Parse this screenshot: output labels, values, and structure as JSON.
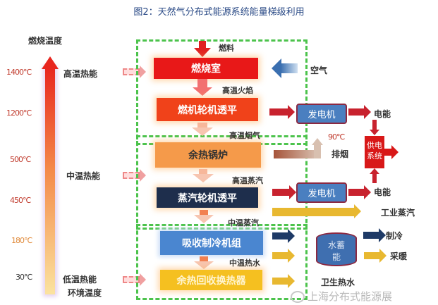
{
  "title": "图2：天然气分布式能源系统能量梯级利用",
  "temperature_axis": {
    "label": "燃烧温度",
    "ticks": [
      "1400℃",
      "1200℃",
      "500℃",
      "450℃",
      "180℃",
      "30℃"
    ],
    "bottom_label": "环境温度"
  },
  "heat_levels": [
    "高温热能",
    "中温热能",
    "低温热能"
  ],
  "boxes": {
    "combustor": "燃烧室",
    "gas_turbine": "燃机轮机透平",
    "hrsg": "余热锅炉",
    "steam_turbine": "蒸汽轮机透平",
    "absorption_chiller": "吸收制冷机组",
    "heat_exchanger": "余热回收换热器"
  },
  "flows": {
    "fuel": "燃料",
    "air": "空气",
    "flame": "高温火焰",
    "flue_gas": "高温烟气",
    "hp_steam": "高温蒸汽",
    "mp_steam": "中温蒸汽",
    "mid_hot_water": "中温热水"
  },
  "outputs": {
    "generator": "发电机",
    "electricity": "电能",
    "exhaust_temp": "90℃",
    "exhaust": "排烟",
    "power_system": "供电系统",
    "industrial_steam": "工业蒸汽",
    "storage": "水蓄能",
    "cooling": "制冷",
    "heating": "采暖",
    "domestic_hot_water": "卫生热水"
  },
  "watermark": "上海分布式能源展"
}
